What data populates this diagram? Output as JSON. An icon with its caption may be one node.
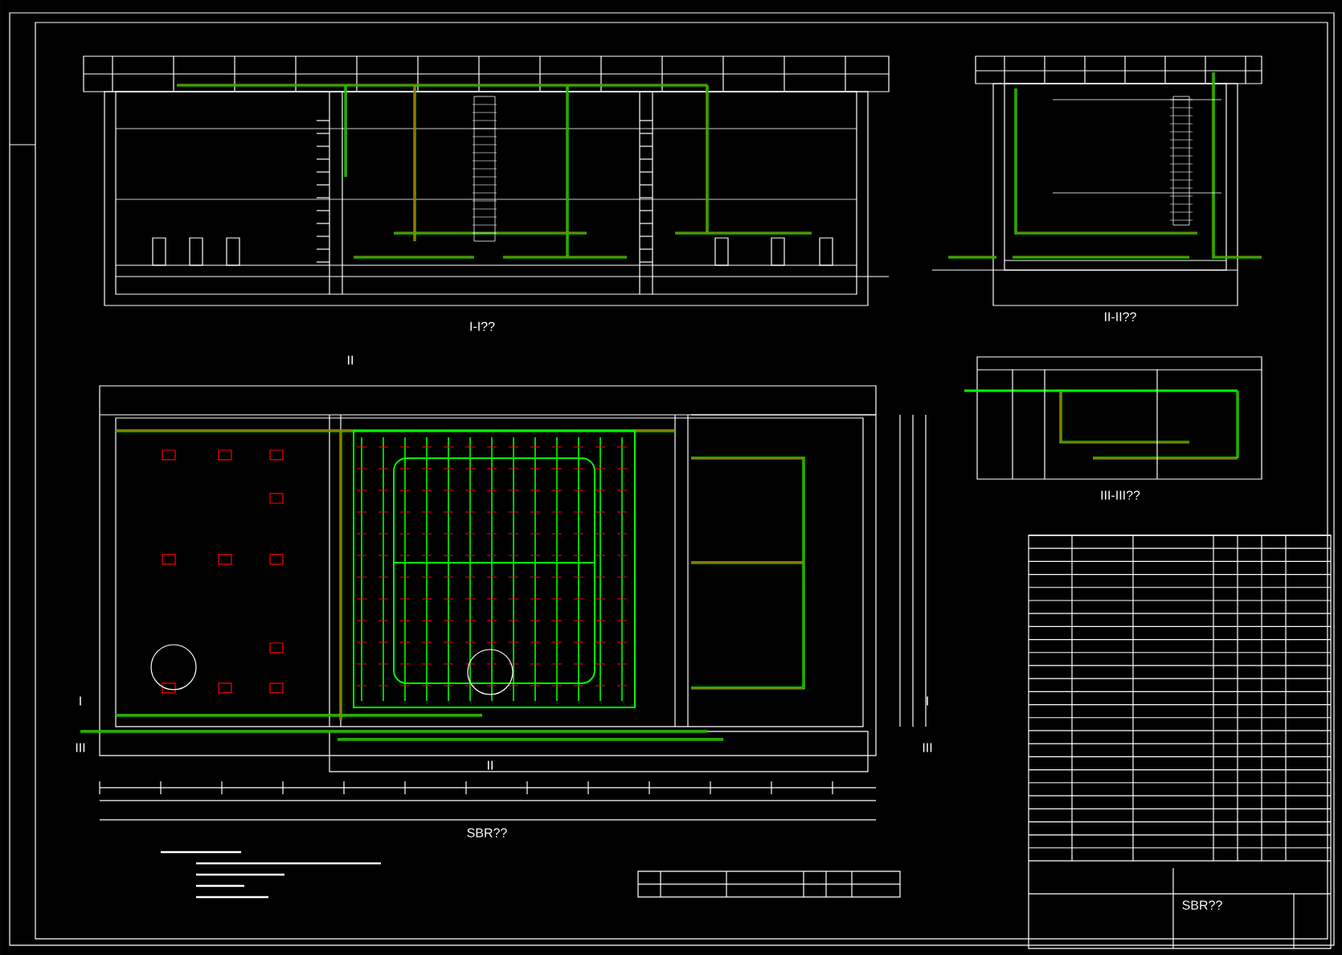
{
  "diagram": {
    "labels": [
      "II-II??",
      "I-I??",
      "III-III??",
      "II",
      "I",
      "I",
      "III",
      "III",
      "II",
      "SBR??",
      "SBR??"
    ]
  }
}
